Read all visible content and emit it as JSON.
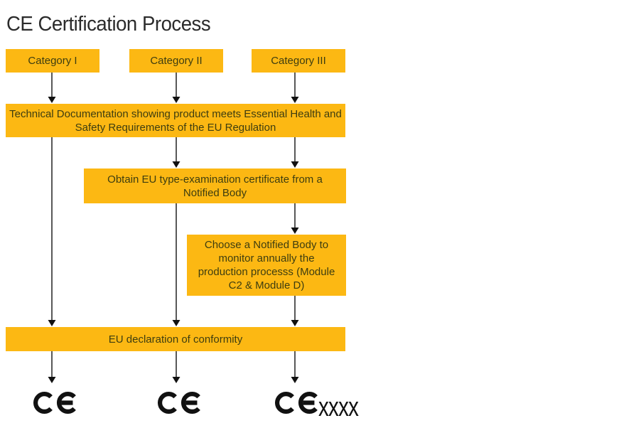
{
  "title": "CE Certification Process",
  "flowchart": {
    "categories": [
      {
        "label": "Category I"
      },
      {
        "label": "Category II"
      },
      {
        "label": "Category III"
      }
    ],
    "steps": {
      "technical_documentation": "Technical Documentation showing product meets Essential Health and Safety Requirements of the EU Regulation",
      "type_examination": "Obtain EU type-examination certificate from a Notified Body",
      "annual_monitoring": "Choose a Notified Body to monitor annually the production processs (Module C2 & Module D)",
      "eu_declaration": "EU declaration of conformity"
    },
    "ce_marks": [
      {
        "label": "CE",
        "suffix": ""
      },
      {
        "label": "CE",
        "suffix": ""
      },
      {
        "label": "CE",
        "suffix": "xxxx"
      }
    ]
  },
  "colors": {
    "box_fill": "#FCB813",
    "box_text": "#3D3D10",
    "title": "#2B2B2B",
    "arrow": "#111111"
  }
}
